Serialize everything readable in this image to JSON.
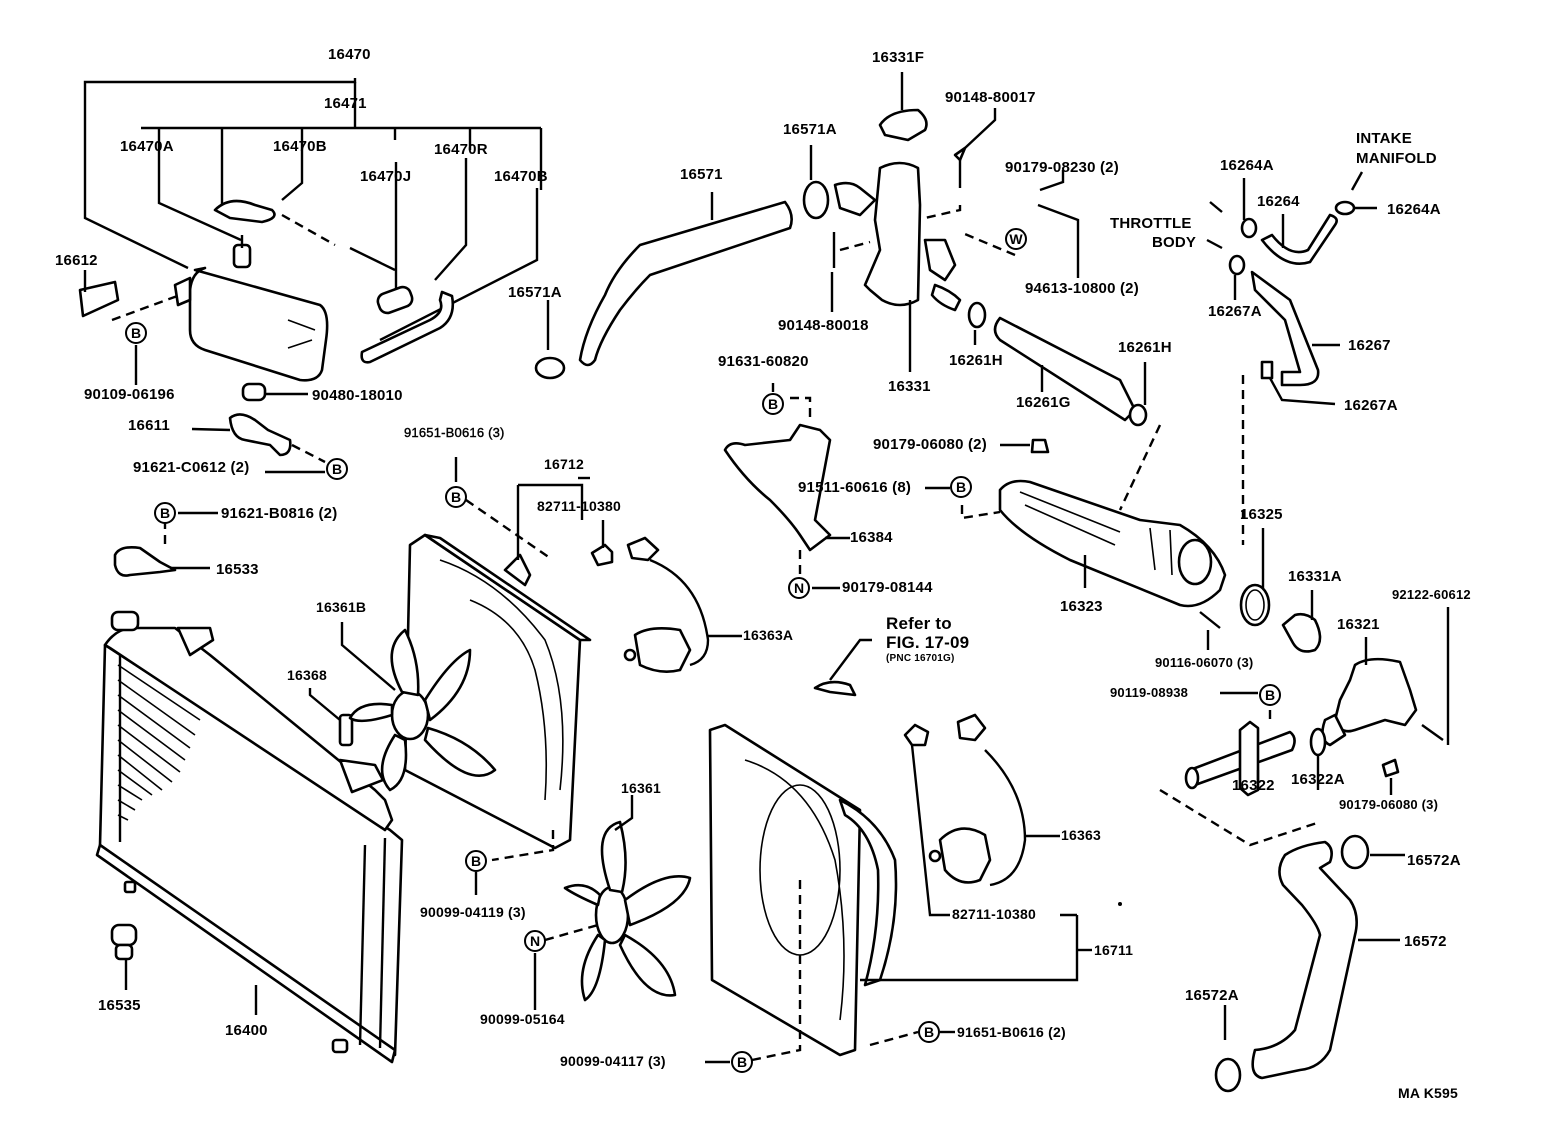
{
  "figure": {
    "title": "Radiator & Cooling Fan Parts Diagram",
    "figure_code": "MA K595",
    "reference_note": {
      "line1": "Refer to",
      "line2": "FIG. 17-09",
      "line3": "(PNC 16701G)"
    },
    "directions": {
      "intake_manifold_1": "INTAKE",
      "intake_manifold_2": "MANIFOLD",
      "throttle_body_1": "THROTTLE",
      "throttle_body_2": "BODY"
    }
  },
  "callouts": {
    "B": "B",
    "N": "N",
    "W": "W"
  },
  "parts": {
    "p16470": "16470",
    "p16471": "16471",
    "p16470A": "16470A",
    "p16470B_1": "16470B",
    "p16470J": "16470J",
    "p16470R": "16470R",
    "p16470B_2": "16470B",
    "p16612": "16612",
    "p90109_06196": "90109-06196",
    "p90480_18010": "90480-18010",
    "p16611": "16611",
    "p91621_C0612": "91621-C0612 (2)",
    "p91621_B0816": "91621-B0816 (2)",
    "p16533": "16533",
    "p16571": "16571",
    "p16571A_1": "16571A",
    "p16571A_2": "16571A",
    "p16331F": "16331F",
    "p90148_80017": "90148-80017",
    "p90179_08230": "90179-08230 (2)",
    "p94613_10800": "94613-10800 (2)",
    "p90148_80018": "90148-80018",
    "p16331": "16331",
    "p16261H_1": "16261H",
    "p16261G": "16261G",
    "p16261H_2": "16261H",
    "p16264A_1": "16264A",
    "p16264": "16264",
    "p16264A_2": "16264A",
    "p16267A_1": "16267A",
    "p16267": "16267",
    "p16267A_2": "16267A",
    "p91631_60820": "91631-60820",
    "p90179_06080_2": "90179-06080 (2)",
    "p91511_60616": "91511-60616 (8)",
    "p16384": "16384",
    "p90179_08144": "90179-08144",
    "p16323": "16323",
    "p16325": "16325",
    "p16331A": "16331A",
    "p92122_60612": "92122-60612",
    "p16321": "16321",
    "p90116_06070": "90116-06070 (3)",
    "p90119_08938": "90119-08938",
    "p16322": "16322",
    "p16322A": "16322A",
    "p90179_06080_3": "90179-06080 (3)",
    "p16572A_1": "16572A",
    "p16572": "16572",
    "p16572A_2": "16572A",
    "p91651_B0616_3": "91651-B0616 (3)",
    "p16712": "16712",
    "p82711_10380_1": "82711-10380",
    "p16363A": "16363A",
    "p16361B": "16361B",
    "p16368": "16368",
    "p90099_04119": "90099-04119 (3)",
    "p16361": "16361",
    "p90099_05164": "90099-05164",
    "p16363": "16363",
    "p82711_10380_2": "82711-10380",
    "p16711": "16711",
    "p91651_B0616_2": "91651-B0616 (2)",
    "p90099_04117": "90099-04117 (3)",
    "p16535": "16535",
    "p16400": "16400"
  }
}
